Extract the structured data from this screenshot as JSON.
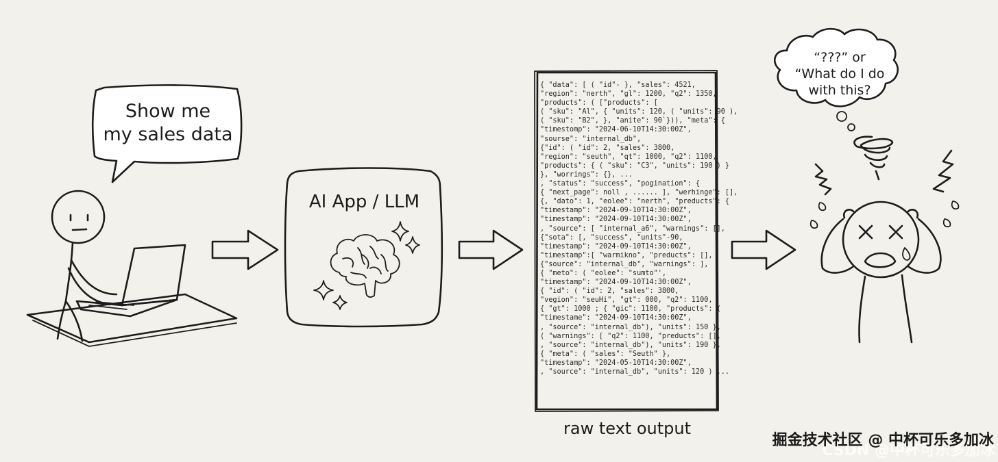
{
  "speech_bubble": {
    "line1": "Show me",
    "line2": "my sales data"
  },
  "ai_box": {
    "title": "AI App / LLM",
    "fill": "#d9d2fb"
  },
  "raw_output": {
    "label": "raw text output",
    "lines": [
      "{ \"data\": [ ( \"id\"- }, \"sales\": 4521,",
      "\"region\": \"nerth\", \"gl\": 1200, \"q2\": 1350,",
      "\"products\": ( [\"products\": [",
      "( \"sku\": \"Al\", { \"units\": 120, ( \"units\": 90 ),",
      "( \"sku\": \"B2\", }, \"anite\": 90`})), \"meta\": {",
      "\"timestomp\": \"2024-06-10T14:30:00Z\",",
      "\"sourse\": \"internal_db\",",
      "{\"id\": ( \"id\": 2, \"sales\": 3800,",
      "\"region\": \"seuth\", \"qt\": 1000, \"q2\": 1100,",
      "\"products\": { ( \"sku\": \"C3\", \"units\": 190 ) }",
      "}, \"worrings\": {}, ...",
      ", \"status\": \"success\", \"pogination\": {",
      "{ \"next_page\": noll , ...... ], \"werhinge\": [],",
      "{, \"dato\": 1, \"eolee\": \"nerth\", \"preducts\": {",
      "\"timestamp\": \"2024-09-10T14:30:00Z\",",
      "\"timestamp\": \"2024-09-10T14:30:00Z\",",
      ", \"source\": [ \"internal_a6\", \"warnings\": [],",
      "{\"sota\": [, \"success\", \"units\"-90,",
      "\"timestamp\": \"2024-09-10T14:30:00Z\",",
      "\"timestamp\":[ \"warmikno\", \"preducts\": [],",
      "{\"source\": \"internal_db\", \"warnings\": ],",
      "{ \"meto\": ( \"eolee\": \"sumto\"',",
      "\"timestamp\": \"2024-09-10T14:30:00Z\",",
      "{ \"id\": ( \"id\": 2, \"sales\": 3800,",
      "\"vegion\": \"seuHi\", \"gt\": 000, \"q2\": 1100,",
      "{ \"gt\": 1000 ; { \"gic\": 1100, \"products\": (",
      "\"timestame\": \"2024-09-10T14:30:00Z\",",
      ", \"source\": \"internal_db\"), \"units\": 150 },",
      "( \"warnings\": [ \"q2\": 1100, \"preducts\": [],",
      ", \"source\": \"internal_db\"), \"units\": 190 },",
      "{ \"meta\": ( \"sales\": \"Seuth\" },",
      "\"timestamp\": \"2024-05-10T14:30:00Z\",",
      ", \"source\": \"internal_db\", \"units\": 120 ) ..."
    ]
  },
  "thought_bubble": {
    "line1": "“???” or",
    "line2": "“What do I do",
    "line3": "with this?"
  },
  "watermark": "掘金技术社区 @ 中杯可乐多加冰",
  "watermark_ghost": "CSDN @中杯可乐多加冰"
}
